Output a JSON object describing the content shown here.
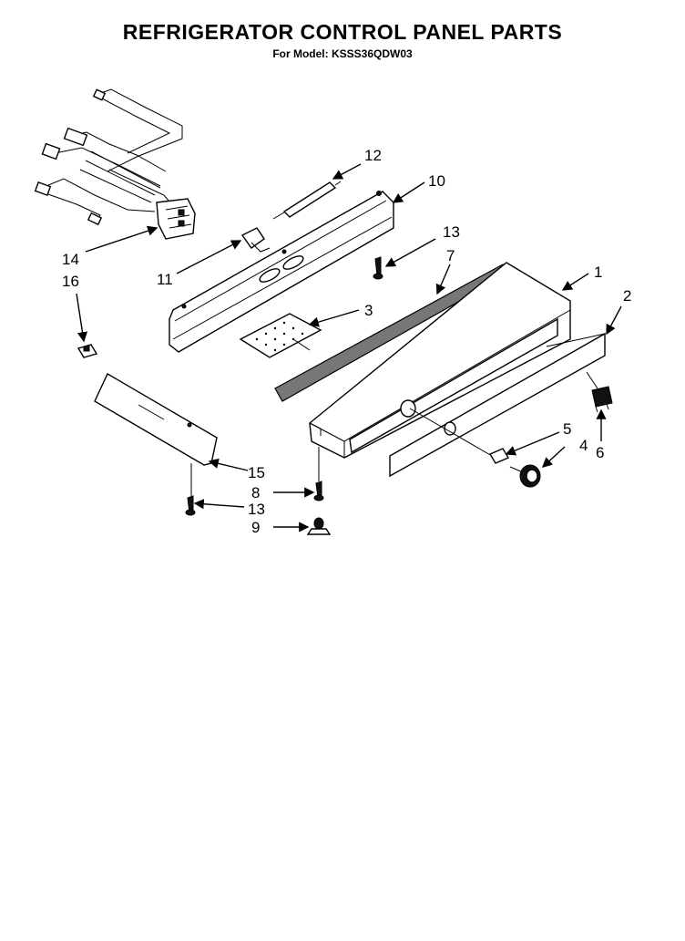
{
  "header": {
    "title": "REFRIGERATOR CONTROL PANEL PARTS",
    "subtitle": "For Model: KSSS36QDW03"
  },
  "callouts": {
    "c1": "1",
    "c2": "2",
    "c3": "3",
    "c4": "4",
    "c5": "5",
    "c6": "6",
    "c7": "7",
    "c8": "8",
    "c9": "9",
    "c10": "10",
    "c11": "11",
    "c12": "12",
    "c13a": "13",
    "c13b": "13",
    "c14": "14",
    "c15": "15",
    "c16": "16"
  }
}
